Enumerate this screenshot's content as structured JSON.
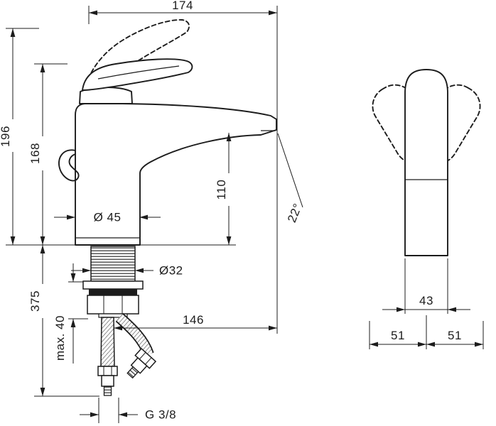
{
  "colors": {
    "background": "#ffffff",
    "line": "#1c1c1c"
  },
  "front_view": {
    "dims": {
      "overall_projection": "174",
      "overall_height": "196",
      "handle_height": "168",
      "outlet_height": "110",
      "body_diameter": "Ø 45",
      "shank_diameter": "Ø32",
      "installation_depth": "375",
      "max_counter_thickness": "max. 40",
      "spout_reach": "146",
      "spout_angle": "22°",
      "connection_thread": "G 3/8"
    }
  },
  "side_view": {
    "dims": {
      "body_depth": "43",
      "depth_front": "51",
      "depth_back": "51"
    }
  }
}
